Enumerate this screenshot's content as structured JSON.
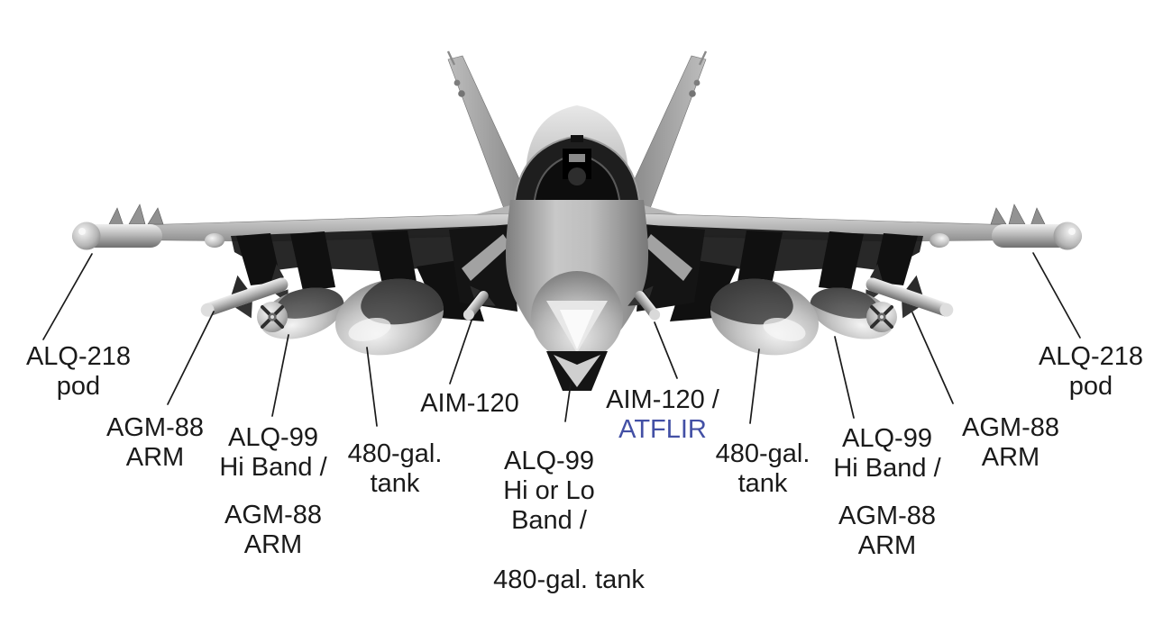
{
  "colors": {
    "background": "#ffffff",
    "label_text": "#1a1a1a",
    "atflir_text": "#4350a5",
    "leader_line": "#1a1a1a"
  },
  "illustration": {
    "subject": "fighter-jet-front-view",
    "style": "grayscale 3D render with stores under wings"
  },
  "callouts": [
    {
      "id": "alq218-left",
      "lines": [
        "ALQ-218",
        "pod"
      ]
    },
    {
      "id": "agm88-left-outer",
      "lines": [
        "AGM-88",
        "ARM"
      ]
    },
    {
      "id": "alq99-left",
      "lines": [
        "ALQ-99",
        "Hi Band /"
      ]
    },
    {
      "id": "agm88-left-inner",
      "lines": [
        "AGM-88",
        "ARM"
      ]
    },
    {
      "id": "tank-left",
      "lines": [
        "480-gal.",
        "tank"
      ]
    },
    {
      "id": "aim120-left",
      "lines": [
        "AIM-120"
      ]
    },
    {
      "id": "alq99-center",
      "lines": [
        "ALQ-99",
        "Hi or Lo",
        "Band /"
      ]
    },
    {
      "id": "tank-center",
      "lines": [
        "480-gal. tank"
      ]
    },
    {
      "id": "aim120-atflir",
      "lines": [
        "AIM-120 /",
        "ATFLIR"
      ]
    },
    {
      "id": "tank-right",
      "lines": [
        "480-gal.",
        "tank"
      ]
    },
    {
      "id": "alq99-right",
      "lines": [
        "ALQ-99",
        "Hi Band /"
      ]
    },
    {
      "id": "agm88-right-inner",
      "lines": [
        "AGM-88",
        "ARM"
      ]
    },
    {
      "id": "agm88-right-outer",
      "lines": [
        "AGM-88",
        "ARM"
      ]
    },
    {
      "id": "alq218-right",
      "lines": [
        "ALQ-218",
        "pod"
      ]
    }
  ]
}
